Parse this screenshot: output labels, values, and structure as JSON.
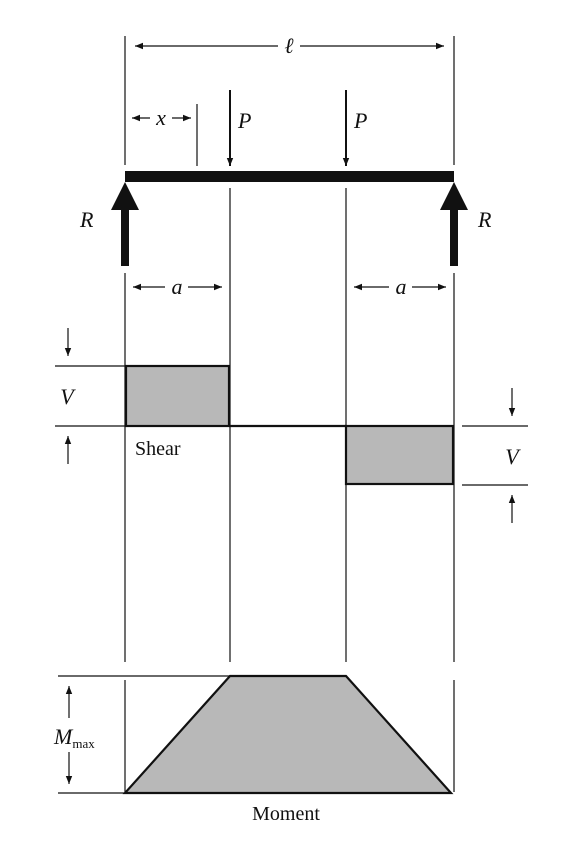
{
  "labels": {
    "length": "ℓ",
    "x": "x",
    "load_left": "P",
    "load_right": "P",
    "reaction_left": "R",
    "reaction_right": "R",
    "a_left": "a",
    "a_right": "a",
    "shear_value_left": "V",
    "shear_value_right": "V",
    "shear_title": "Shear",
    "moment_max_main": "M",
    "moment_max_sub": "max",
    "moment_title": "Moment"
  },
  "colors": {
    "ink": "#111111",
    "diagram_fill": "#b8b8b8",
    "background": "#ffffff"
  }
}
